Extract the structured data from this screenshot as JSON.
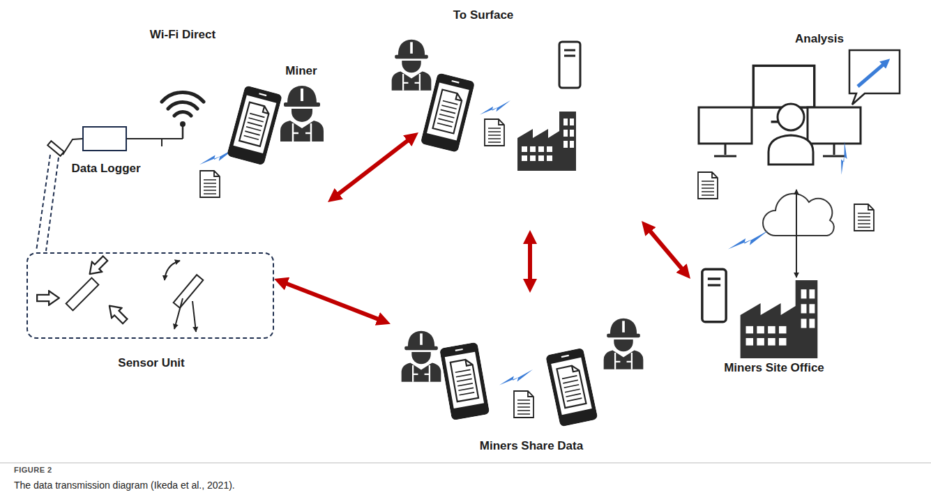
{
  "diagram": {
    "caption": "The data transmission diagram (Ikeda et al., 2021).",
    "nodes": [
      {
        "text": [
          "Sensor Unit"
        ]
      },
      {
        "text": [
          "Data Logger"
        ]
      },
      {
        "text": [
          "Miner"
        ]
      },
      {
        "text": [
          "To Surface"
        ]
      },
      {
        "text": [
          "Miners Share Data"
        ]
      },
      {
        "text": [
          "Miners Site Office"
        ]
      }
    ],
    "edges": [
      {
        "from": 2,
        "to": 3,
        "arrow": "both"
      },
      {
        "from": 0,
        "to": 4,
        "arrow": "both"
      },
      {
        "from": 3,
        "to": 4,
        "arrow": "both"
      },
      {
        "from": 5,
        "to": 3,
        "arrow": "both"
      }
    ],
    "labels": [
      "Wi-Fi Direct",
      "Analysis",
      "FIGURE 2"
    ]
  }
}
